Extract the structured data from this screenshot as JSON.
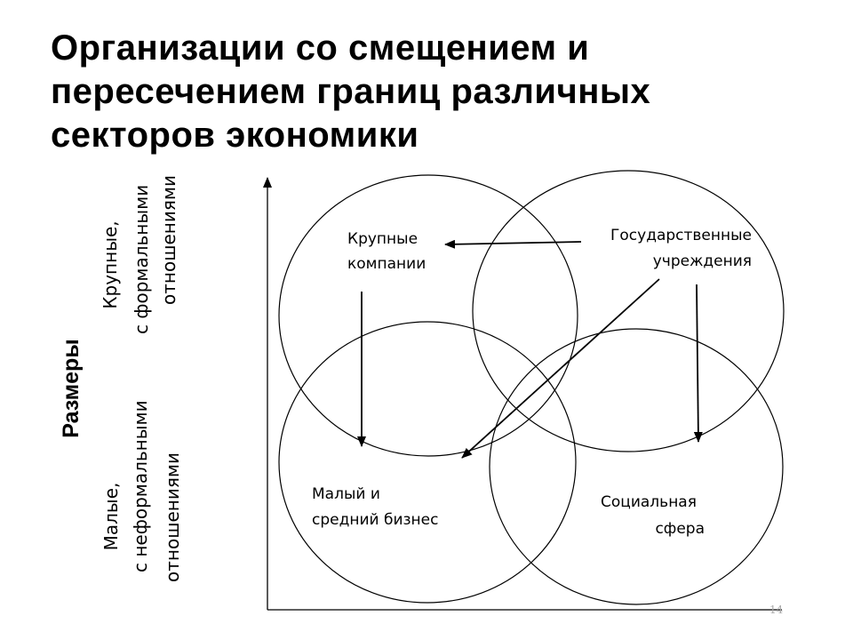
{
  "title": {
    "line1": "Организации со смещением и",
    "line2": "пересечением границ различных",
    "line3": "секторов экономики"
  },
  "axis": {
    "label": "Размеры",
    "large_line1": "Крупные,",
    "large_line2": "с формальными",
    "large_line3": "отношениями",
    "small_line1": "Малые,",
    "small_line2": "с неформальными",
    "small_line3": "отношениями"
  },
  "nodes": {
    "large_companies_line1": "Крупные",
    "large_companies_line2": "компании",
    "state_line1": "Государственные",
    "state_line2": "учреждения",
    "sme_line1": "Малый и",
    "sme_line2": "средний бизнес",
    "social_line1": "Социальная",
    "social_line2": "сфера"
  },
  "page_number": "14"
}
